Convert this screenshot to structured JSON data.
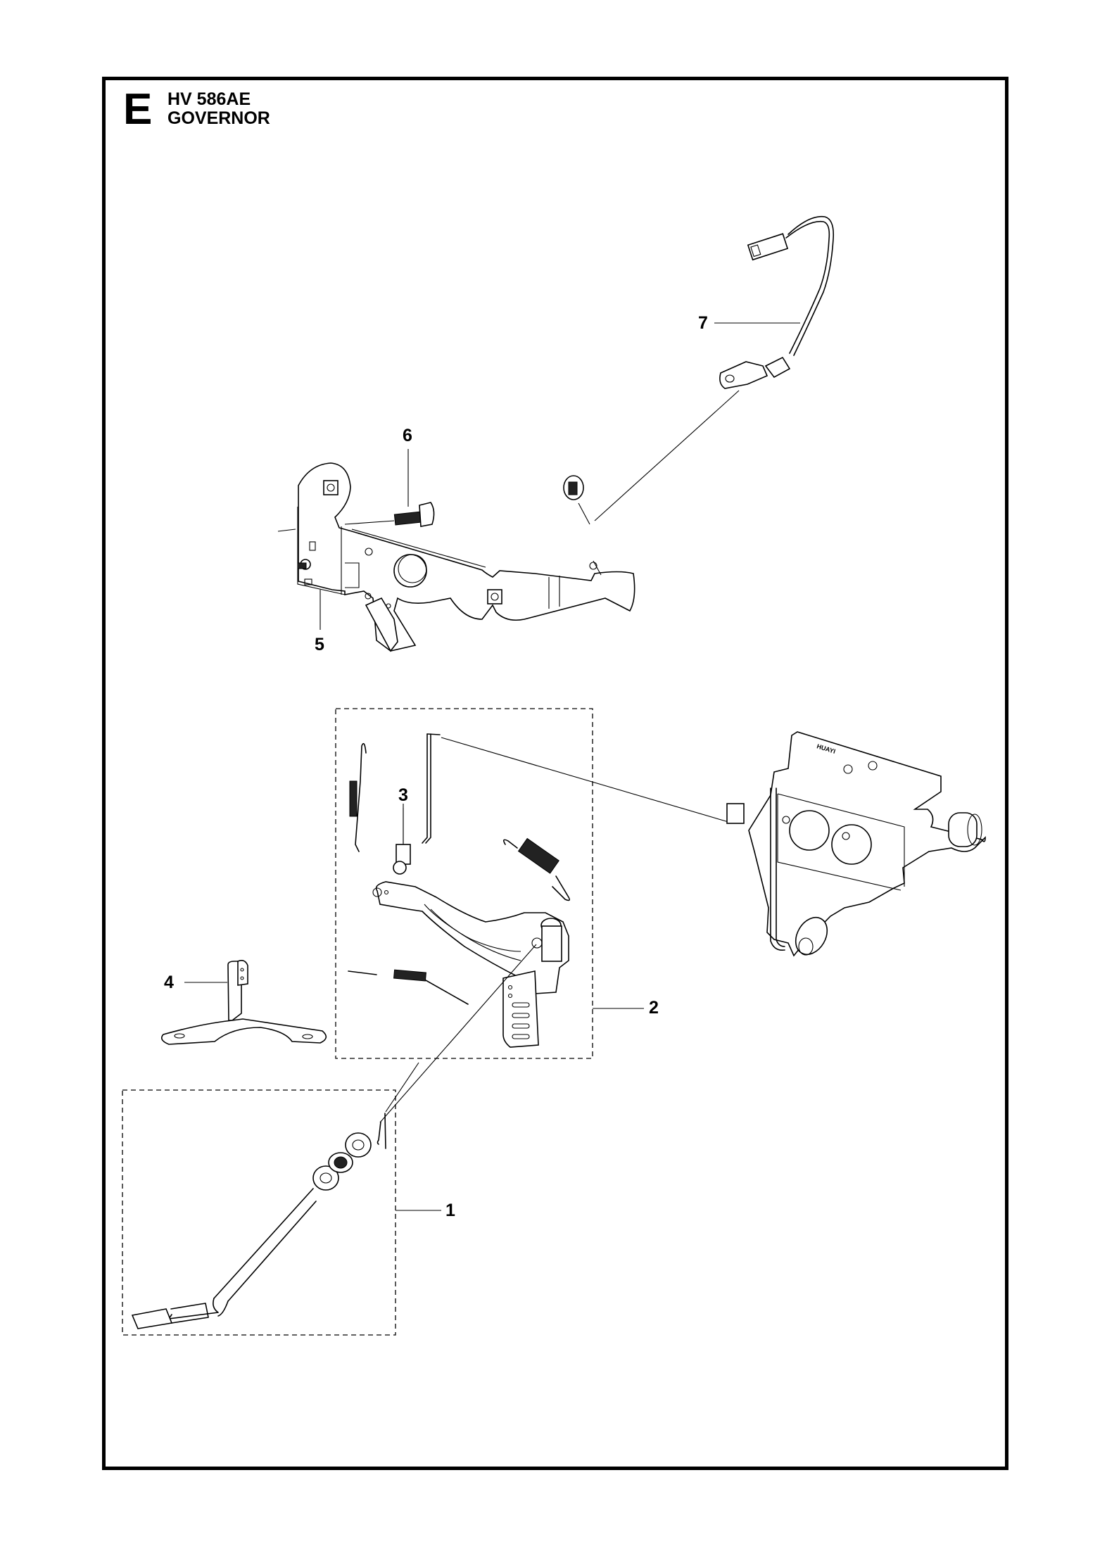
{
  "section": {
    "letter": "E",
    "model": "HV 586AE",
    "title": "GOVERNOR"
  },
  "callouts": [
    {
      "number": "1",
      "part": "governor-arm-shaft-kit"
    },
    {
      "number": "2",
      "part": "governor-lever-kit"
    },
    {
      "number": "3",
      "part": "lever-clamp-bolt"
    },
    {
      "number": "4",
      "part": "spring-bracket"
    },
    {
      "number": "5",
      "part": "control-bracket"
    },
    {
      "number": "6",
      "part": "flange-bolt"
    },
    {
      "number": "7",
      "part": "ground-wire"
    }
  ],
  "carburetor_marking": "HUAYI"
}
